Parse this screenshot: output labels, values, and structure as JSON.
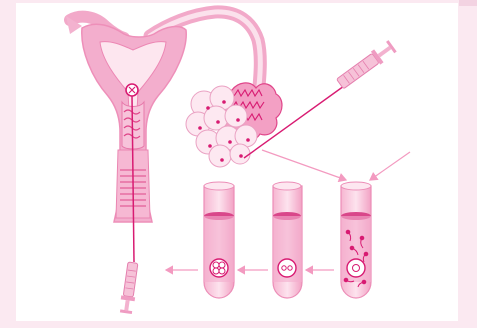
{
  "figure": {
    "description_icon": "ivf-procedure-diagram",
    "colors": {
      "background": "#fbe9f1",
      "panel": "#ffffff",
      "pink_light": "#f7c9dd",
      "pink_mid": "#ef8fb8",
      "pink_dark": "#e0468a",
      "magenta": "#d81b72",
      "outline": "#f0a9c8",
      "arrow": "#f39ac0"
    },
    "tubes": [
      {
        "id": "culture-tube",
        "content": "egg-and-sperm"
      },
      {
        "id": "fertilization-tube",
        "content": "fertilized-egg"
      },
      {
        "id": "embryo-tube",
        "content": "dividing-embryo"
      }
    ]
  }
}
